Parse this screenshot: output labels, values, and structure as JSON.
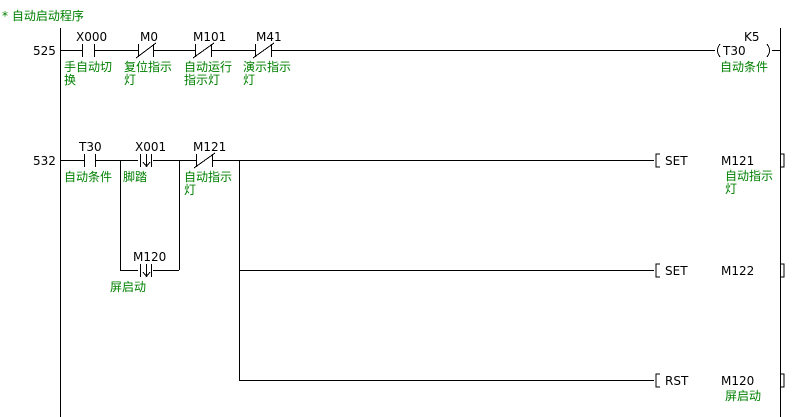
{
  "comment": "* 自动启动程序",
  "colors": {
    "line": "#000000",
    "comment_text": "#008000",
    "instruction_text": "#000000"
  },
  "rungs": [
    {
      "step": "525",
      "contacts": [
        {
          "device": "X000",
          "type": "normally-open",
          "comment": "手自动切换"
        },
        {
          "device": "M0",
          "type": "normally-closed",
          "comment": "复位指示灯"
        },
        {
          "device": "M101",
          "type": "normally-closed",
          "comment": "自动运行指示灯"
        },
        {
          "device": "M41",
          "type": "normally-closed",
          "comment": "演示指示灯"
        }
      ],
      "coil": {
        "device": "T30",
        "constant": "K5",
        "comment": "自动条件"
      }
    },
    {
      "step": "532",
      "contacts": [
        {
          "device": "T30",
          "type": "normally-open",
          "comment": "自动条件"
        },
        {
          "device": "X001",
          "type": "falling-edge",
          "comment": "脚踏"
        },
        {
          "device": "M120",
          "type": "falling-edge",
          "comment": "屏启动"
        },
        {
          "device": "M121",
          "type": "normally-closed",
          "comment": "自动指示灯"
        }
      ],
      "outputs": [
        {
          "instruction": "SET",
          "device": "M121",
          "comment": "自动指示灯"
        },
        {
          "instruction": "SET",
          "device": "M122",
          "comment": ""
        },
        {
          "instruction": "RST",
          "device": "M120",
          "comment": "屏启动"
        }
      ]
    }
  ]
}
